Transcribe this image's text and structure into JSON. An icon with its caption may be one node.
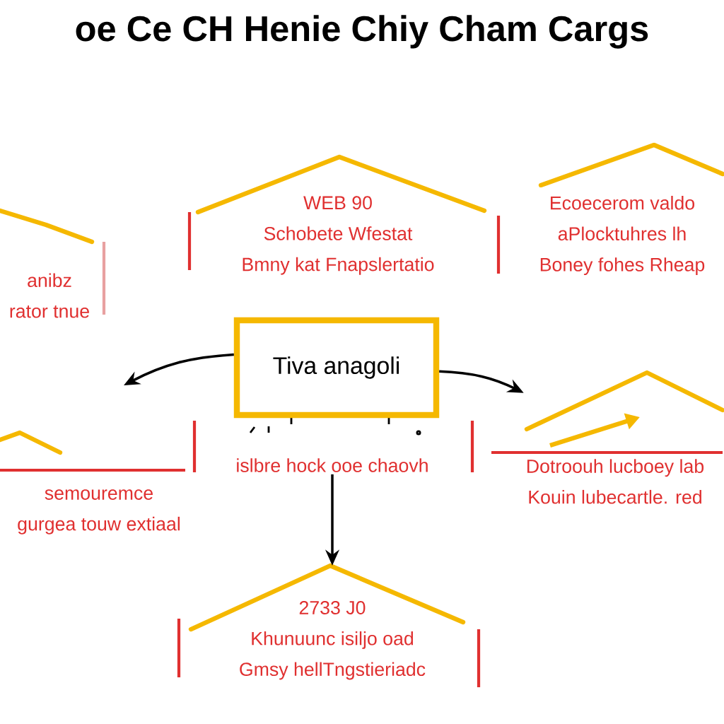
{
  "diagram": {
    "title": "oe Ce CH Henie Chiy Cham Cargs",
    "nodes": [
      {
        "text": [
          "Tiva anagoli"
        ]
      },
      {
        "text": [
          "WEB 90",
          "Schobete Wfestat",
          "Bmny kat Fnapslertatio"
        ]
      },
      {
        "text": [
          "Ecoecerom valdo",
          "aPlocktuhres lh",
          "Boney fohes Rheap"
        ]
      },
      {
        "text": [
          "anibz",
          "rator tnue"
        ]
      },
      {
        "text": [
          "semouremce",
          "gurgea touw extiaal"
        ]
      },
      {
        "text": [
          "islbre hock ooe chaovh"
        ]
      },
      {
        "text": [
          "Dotroouh lucboey lab",
          "Kouin lubecartle. red"
        ]
      },
      {
        "text": [
          "2733 J0",
          "Khunuunc isiljo oad",
          "Gmsy hellTngstieriadc"
        ]
      }
    ],
    "edges": [
      {
        "from": 0,
        "to": null,
        "arrow": "to"
      },
      {
        "from": 0,
        "to": 6,
        "arrow": "to"
      },
      {
        "from": 5,
        "to": 7,
        "arrow": "to"
      }
    ]
  }
}
